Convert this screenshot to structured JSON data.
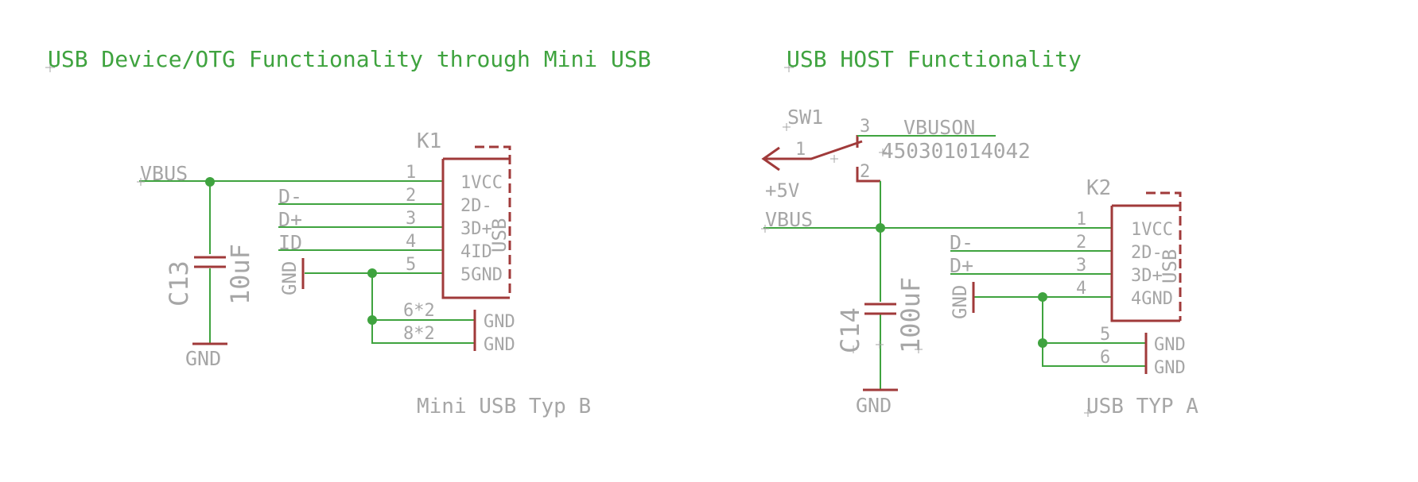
{
  "colors": {
    "net": "#3fa33f",
    "part": "#a03a3a",
    "label": "#a6a6a6",
    "background": "#ffffff"
  },
  "left": {
    "title": "USB Device/OTG Functionality through Mini USB",
    "connector_name": "K1",
    "connector_value": "Mini USB Typ B",
    "usb_text": "USB",
    "nets": {
      "vbus": "VBUS",
      "dminus": "D-",
      "dplus": "D+",
      "id": "ID",
      "gnd_vertical": "GND",
      "gnd_bottom": "GND"
    },
    "pins": [
      {
        "num": "1",
        "name": "1VCC"
      },
      {
        "num": "2",
        "name": "2D-"
      },
      {
        "num": "3",
        "name": "3D+"
      },
      {
        "num": "4",
        "name": "4ID"
      },
      {
        "num": "5",
        "name": "5GND"
      }
    ],
    "shield_pins": [
      {
        "num": "6*2",
        "name": "GND"
      },
      {
        "num": "8*2",
        "name": "GND"
      }
    ],
    "capacitor": {
      "name": "C13",
      "value": "10uF"
    }
  },
  "right": {
    "title": "USB HOST Functionality",
    "switch_name": "SW1",
    "switch_part": "450301014042",
    "switch_net": "VBUSON",
    "switch_pins": {
      "p1": "1",
      "p2": "2",
      "p3": "3"
    },
    "supply": "+5V",
    "connector_name": "K2",
    "connector_value": "USB TYP A",
    "usb_text": "USB",
    "nets": {
      "vbus": "VBUS",
      "dminus": "D-",
      "dplus": "D+",
      "gnd_vertical": "GND",
      "gnd_bottom": "GND"
    },
    "pins": [
      {
        "num": "1",
        "name": "1VCC"
      },
      {
        "num": "2",
        "name": "2D-"
      },
      {
        "num": "3",
        "name": "3D+"
      },
      {
        "num": "4",
        "name": "4GND"
      }
    ],
    "shield_pins": [
      {
        "num": "5",
        "name": "GND"
      },
      {
        "num": "6",
        "name": "GND"
      }
    ],
    "capacitor": {
      "name": "C14",
      "value": "100uF"
    }
  }
}
